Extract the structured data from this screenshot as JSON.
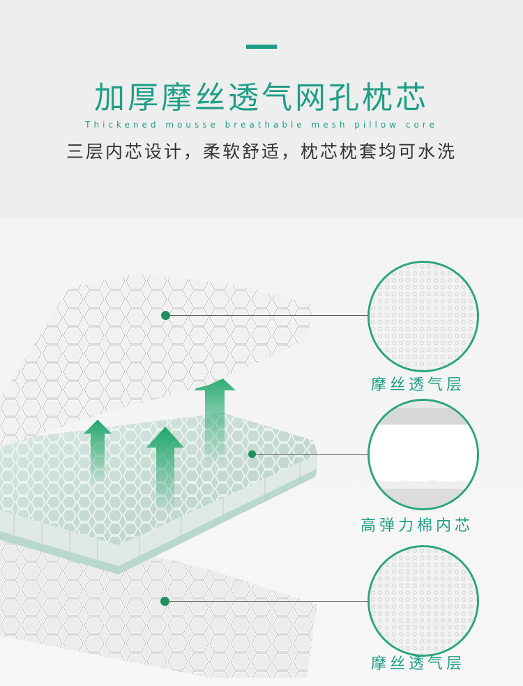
{
  "header": {
    "title": "加厚摩丝透气网孔枕芯",
    "subtitle_en": "Thickened mousse breathable mesh pillow core",
    "subtitle_cn": "三层内芯设计，柔软舒适，枕芯枕套均可水洗",
    "accent_color": "#1e9e86"
  },
  "layers": [
    {
      "label": "摩丝透气层",
      "icon": "mesh-top-icon"
    },
    {
      "label": "高弹力棉内芯",
      "icon": "cotton-core-icon"
    },
    {
      "label": "摩丝透气层",
      "icon": "mesh-bottom-icon"
    }
  ],
  "colors": {
    "accent": "#1e9e86",
    "ring": "#2aa57d",
    "dot": "#1f8f60",
    "arrow": "#22a56b",
    "mesh_core": "#c9ddd6"
  }
}
